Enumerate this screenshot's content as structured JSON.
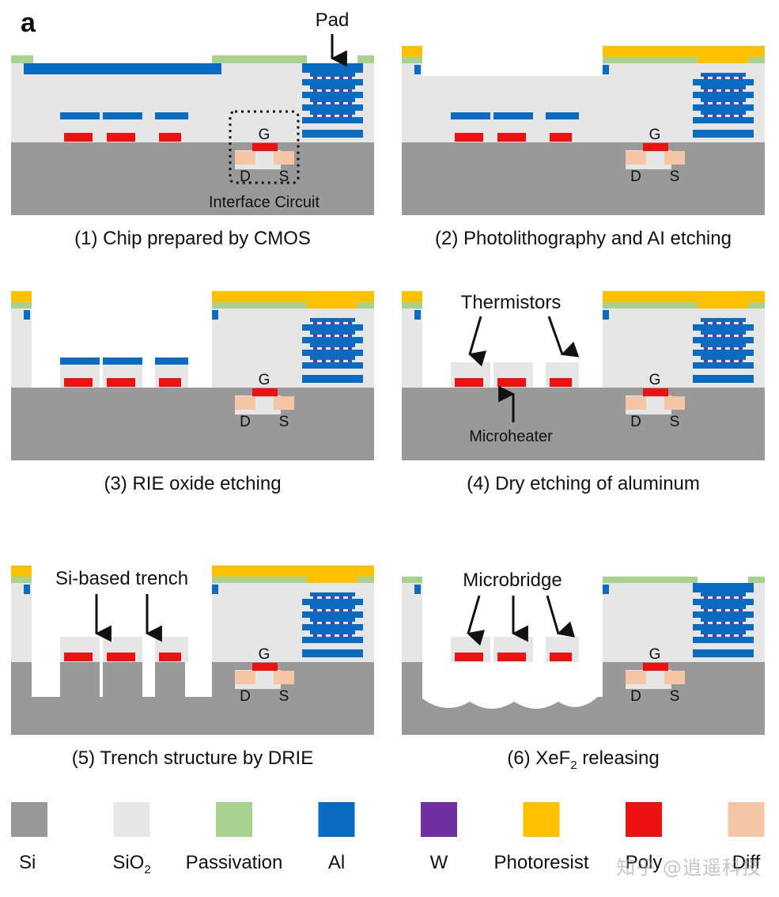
{
  "figure_label": "a",
  "colors": {
    "si": "#999999",
    "sio2": "#e6e6e6",
    "passivation": "#a8d18d",
    "al": "#0a6cc0",
    "w": "#7030a0",
    "photoresist": "#ffc000",
    "poly": "#ee1111",
    "diff": "#f5c6a5"
  },
  "panels": [
    {
      "id": "p1",
      "caption": "(1) Chip prepared by CMOS",
      "annotations": {
        "pad": "Pad",
        "gate": "G",
        "drain": "D",
        "source": "S",
        "interface": "Interface Circuit"
      }
    },
    {
      "id": "p2",
      "caption": "(2) Photolithography and AI etching",
      "annotations": {
        "gate": "G",
        "drain": "D",
        "source": "S"
      }
    },
    {
      "id": "p3",
      "caption": "(3) RIE oxide etching",
      "annotations": {
        "gate": "G",
        "drain": "D",
        "source": "S"
      }
    },
    {
      "id": "p4",
      "caption": "(4) Dry etching of aluminum",
      "annotations": {
        "thermistors": "Thermistors",
        "microheater": "Microheater",
        "gate": "G",
        "drain": "D",
        "source": "S"
      }
    },
    {
      "id": "p5",
      "caption": "(5) Trench structure by DRIE",
      "annotations": {
        "trench": "Si-based trench",
        "gate": "G",
        "drain": "D",
        "source": "S"
      }
    },
    {
      "id": "p6",
      "caption_main": "(6) XeF",
      "caption_sub": "2",
      "caption_tail": " releasing",
      "annotations": {
        "microbridge": "Microbridge",
        "gate": "G",
        "drain": "D",
        "source": "S"
      }
    }
  ],
  "legend": [
    {
      "key": "si",
      "label": "Si",
      "sub": ""
    },
    {
      "key": "sio2",
      "label": "SiO",
      "sub": "2"
    },
    {
      "key": "passivation",
      "label": "Passivation",
      "sub": ""
    },
    {
      "key": "al",
      "label": "Al",
      "sub": ""
    },
    {
      "key": "w",
      "label": "W",
      "sub": ""
    },
    {
      "key": "photoresist",
      "label": "Photoresist",
      "sub": ""
    },
    {
      "key": "poly",
      "label": "Poly",
      "sub": ""
    },
    {
      "key": "diff",
      "label": "Diff",
      "sub": ""
    }
  ],
  "watermark": "知乎 @逍遥科技"
}
